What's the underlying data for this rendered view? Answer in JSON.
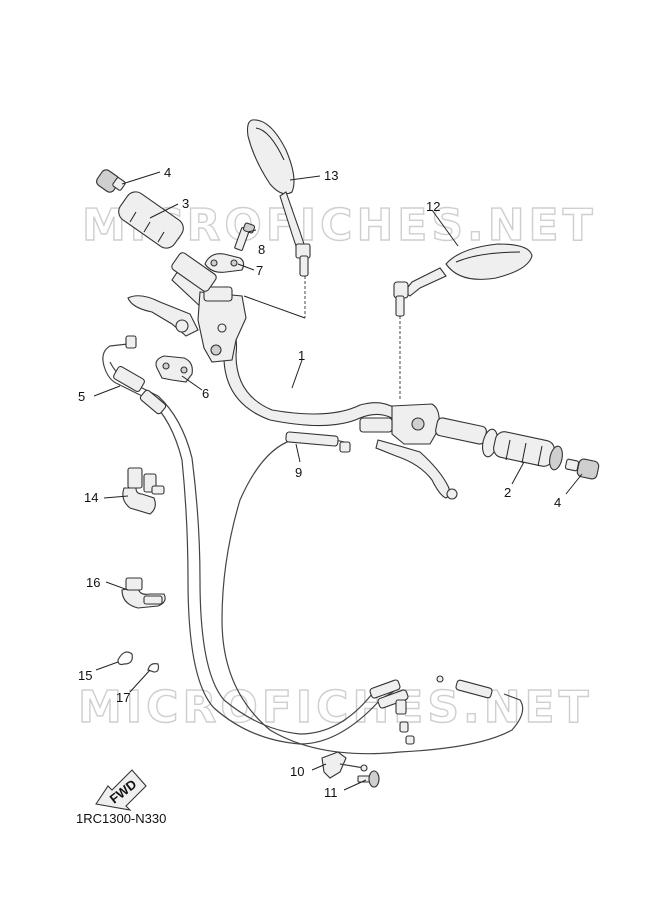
{
  "watermark": "MICROFICHES.NET",
  "diagram_code": "1RC1300-N330",
  "fwd_label": "FWD",
  "callouts": {
    "c1": "1",
    "c2": "2",
    "c3": "3",
    "c4a": "4",
    "c4b": "4",
    "c5": "5",
    "c6": "6",
    "c7": "7",
    "c8": "8",
    "c9": "9",
    "c10": "10",
    "c11": "11",
    "c12": "12",
    "c13": "13",
    "c14": "14",
    "c15": "15",
    "c16": "16",
    "c17": "17"
  }
}
